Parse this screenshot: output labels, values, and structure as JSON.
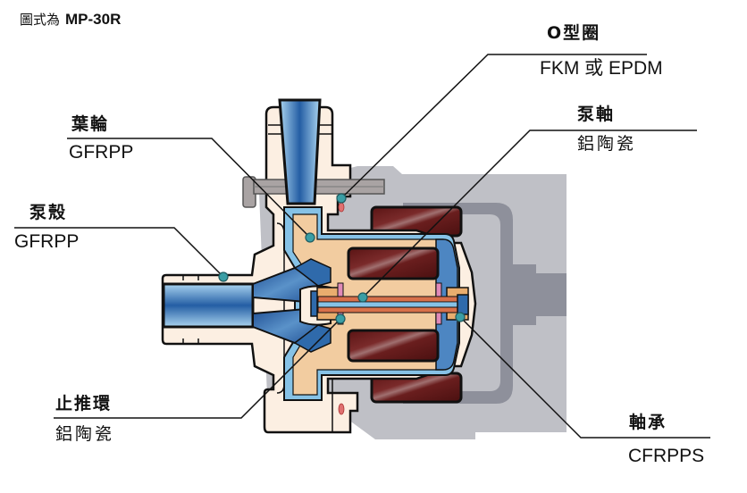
{
  "caption": {
    "prefix": "圖式為",
    "model": "MP-30R"
  },
  "callouts": [
    {
      "id": "o-ring",
      "part": "O型圈",
      "material": "FKM 或 EPDM"
    },
    {
      "id": "impeller",
      "part": "葉輪",
      "material": "GFRPP"
    },
    {
      "id": "pump-shaft",
      "part": "泵軸",
      "material": "鋁陶瓷"
    },
    {
      "id": "pump-casing",
      "part": "泵殼",
      "material": "GFRPP"
    },
    {
      "id": "thrust-ring",
      "part": "止推環",
      "material": "鋁陶瓷"
    },
    {
      "id": "bearing",
      "part": "軸承",
      "material": "CFRPPS"
    }
  ],
  "colors": {
    "motor_grey": "#bfc0c6",
    "motor_dark": "#8e909b",
    "casing_cream": "#fcefe2",
    "impeller_tan": "#f2cca0",
    "fluid_blue": "#2f6aab",
    "light_blue": "#86c2e6",
    "magnet_brown": "#6a1e1e",
    "shaft_orange": "#d8704a",
    "marker_teal": "#3a9ea5",
    "pink": "#e08ab8",
    "bolt_grey": "#a9a3a3"
  }
}
